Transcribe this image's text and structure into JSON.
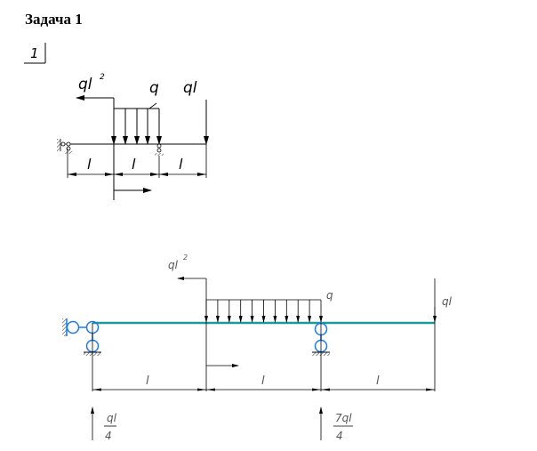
{
  "title": "Задача 1",
  "scheme_number": "1",
  "top_diagram": {
    "moment_label": "ql",
    "moment_exp": "2",
    "distributed_label": "q",
    "force_label": "ql",
    "span_labels": [
      "l",
      "l",
      "l"
    ]
  },
  "bottom_diagram": {
    "moment_label": "ql",
    "moment_exp": "2",
    "distributed_label": "q",
    "force_label": "ql",
    "span_labels": [
      "l",
      "l",
      "l"
    ],
    "reaction_a": {
      "numerator": "ql",
      "denominator": "4"
    },
    "reaction_b": {
      "numerator": "7ql",
      "denominator": "4"
    },
    "colors": {
      "beam": "#1a9a9a",
      "support": "#1e7ae6",
      "line": "#000000"
    }
  }
}
